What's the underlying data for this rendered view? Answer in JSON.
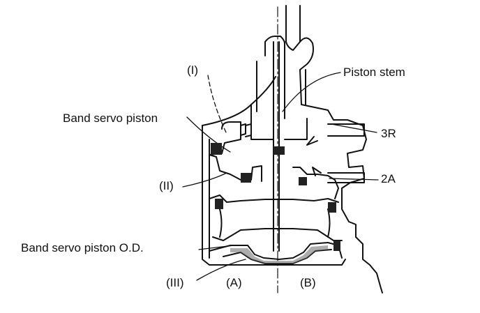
{
  "labels": {
    "piston_stem": "Piston stem",
    "band_servo_piston": "Band servo piston",
    "band_servo_piston_od": "Band servo piston O.D.",
    "port_3r": "3R",
    "port_2a": "2A",
    "chamber_i": "(I)",
    "chamber_ii": "(II)",
    "chamber_iii": "(III)",
    "side_a": "(A)",
    "side_b": "(B)"
  },
  "colors": {
    "ink": "#111111",
    "paper": "#ffffff"
  }
}
